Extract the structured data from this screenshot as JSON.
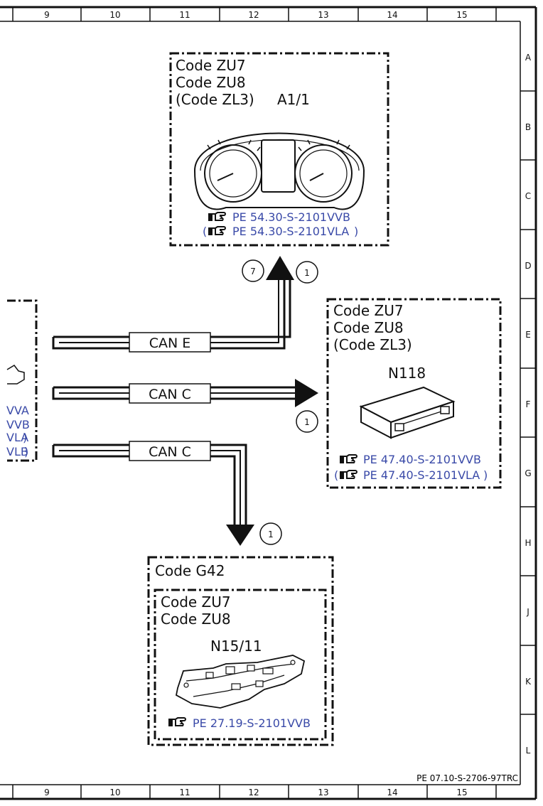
{
  "ruler": {
    "columns": [
      "9",
      "10",
      "11",
      "12",
      "13",
      "14",
      "15"
    ],
    "rows": [
      "A",
      "B",
      "C",
      "D",
      "E",
      "F",
      "G",
      "H",
      "J",
      "K",
      "L"
    ]
  },
  "footer_ref": "PE 07.10-S-2706-97TRC",
  "cluster": {
    "codes": [
      "Code ZU7",
      "Code ZU8",
      "(Code ZL3)"
    ],
    "component": "A1/1",
    "links": [
      {
        "prefix": "",
        "text": "PE 54.30-S-2101VVB",
        "suffix": ""
      },
      {
        "prefix": "(",
        "text": "PE 54.30-S-2101VLA",
        "suffix": ")"
      }
    ],
    "circle_a": "7",
    "circle_b": "1"
  },
  "n118": {
    "codes": [
      "Code ZU7",
      "Code ZU8",
      "(Code ZL3)"
    ],
    "component": "N118",
    "links": [
      {
        "prefix": "",
        "text": "PE 47.40-S-2101VVB",
        "suffix": ""
      },
      {
        "prefix": "(",
        "text": "PE 47.40-S-2101VLA",
        "suffix": ")"
      }
    ],
    "circle": "1"
  },
  "g42": {
    "outer_code": "Code G42",
    "codes": [
      "Code ZU7",
      "Code ZU8"
    ],
    "component": "N15/11",
    "link": "PE 27.19-S-2101VVB",
    "circle": "1"
  },
  "left_partial": {
    "labels": [
      "VVA",
      "VVB",
      "VLA",
      "VLB"
    ],
    "suffixes": [
      "",
      "",
      ")",
      ")"
    ]
  },
  "buses": [
    {
      "label": "CAN E"
    },
    {
      "label": "CAN C"
    },
    {
      "label": "CAN C"
    }
  ]
}
